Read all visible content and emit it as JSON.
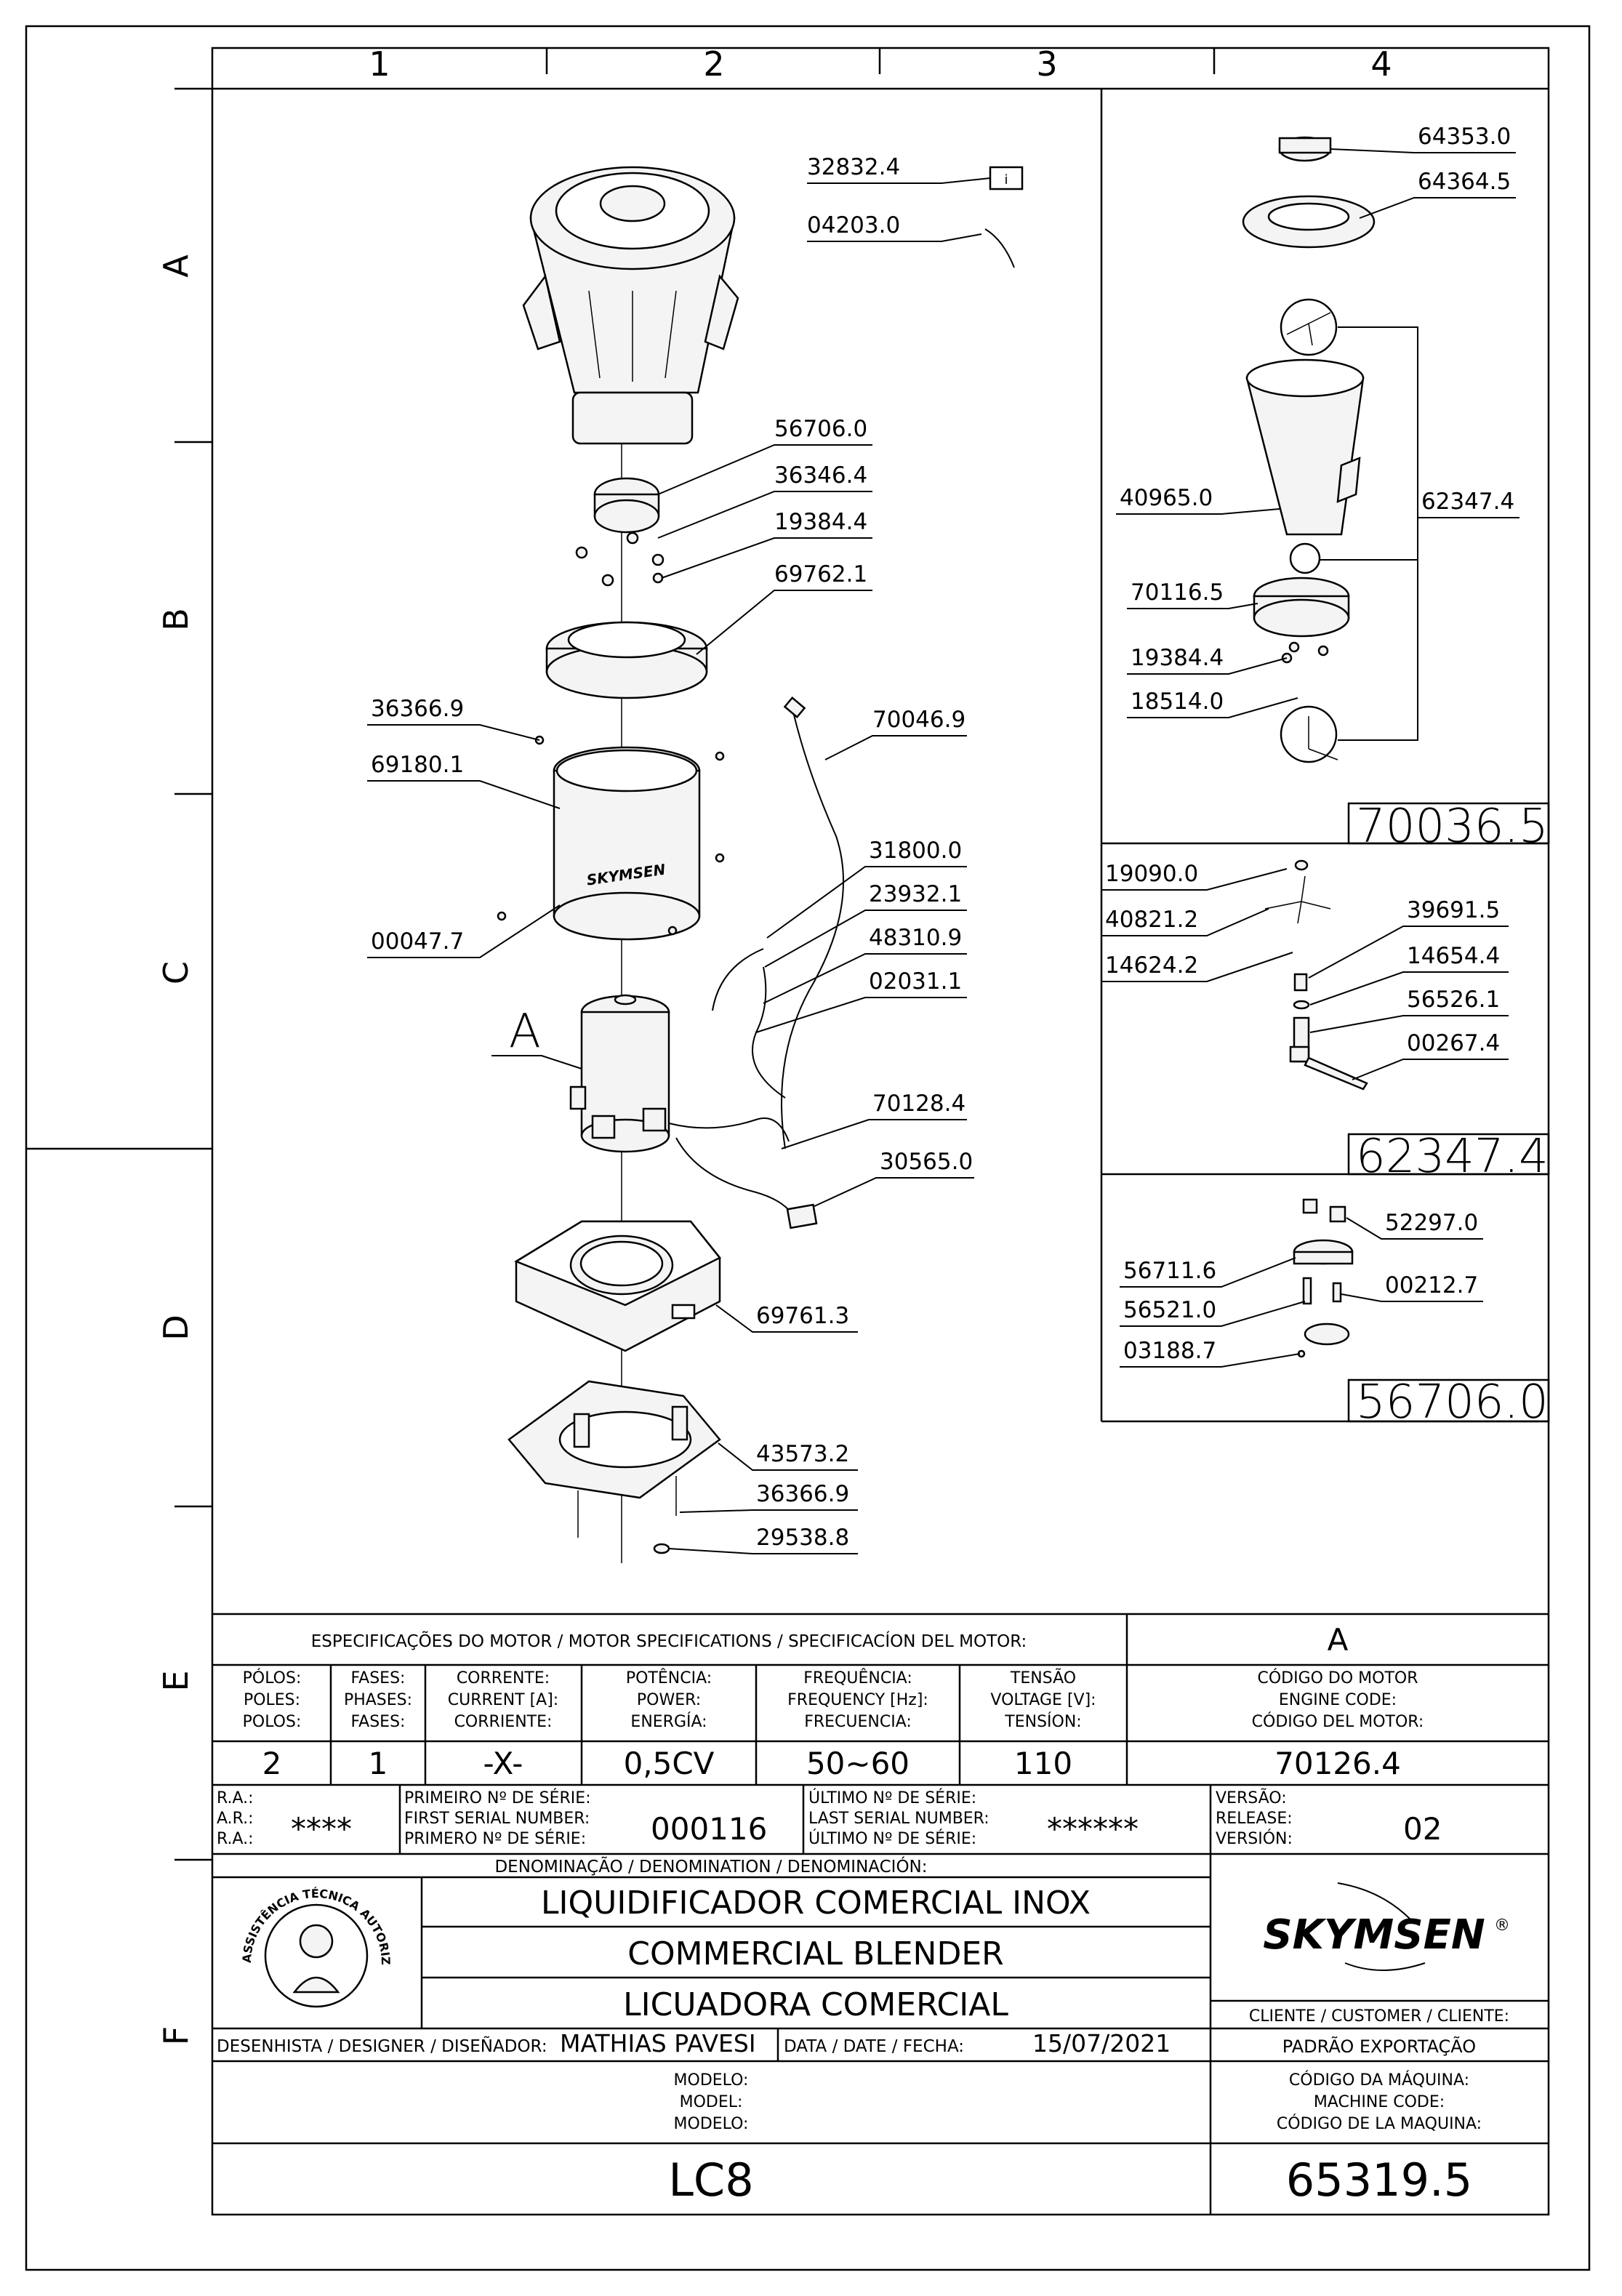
{
  "grid": {
    "columns": [
      "1",
      "2",
      "3",
      "4"
    ],
    "rows": [
      "A",
      "B",
      "C",
      "D",
      "E",
      "F"
    ]
  },
  "parts_main": {
    "p32832": "32832.4",
    "p04203": "04203.0",
    "p56706": "56706.0",
    "p36346": "36346.4",
    "p19384": "19384.4",
    "p69762": "69762.1",
    "p36366a": "36366.9",
    "p69180": "69180.1",
    "p70046": "70046.9",
    "p31800": "31800.0",
    "p23932": "23932.1",
    "p48310": "48310.9",
    "p02031": "02031.1",
    "p00047": "00047.7",
    "motor_label": "A",
    "p70128": "70128.4",
    "p30565": "30565.0",
    "p69761": "69761.3",
    "p43573": "43573.2",
    "p36366b": "36366.9",
    "p29538": "29538.8",
    "brand_on_housing": "SKYMSEN"
  },
  "detail_cup": {
    "p64353": "64353.0",
    "p64364": "64364.5",
    "p40965": "40965.0",
    "p62347": "62347.4",
    "p70116": "70116.5",
    "p19384": "19384.4",
    "p18514": "18514.0",
    "assembly": "70036.5"
  },
  "detail_blade": {
    "p19090": "19090.0",
    "p40821": "40821.2",
    "p14624": "14624.2",
    "p39691": "39691.5",
    "p14654": "14654.4",
    "p56526": "56526.1",
    "p00267": "00267.4",
    "assembly": "62347.4"
  },
  "detail_coupling": {
    "p52297": "52297.0",
    "p56711": "56711.6",
    "p00212": "00212.7",
    "p56521": "56521.0",
    "p03188": "03188.7",
    "assembly": "56706.0"
  },
  "motor_spec": {
    "heading": "ESPECIFICAÇÕES DO MOTOR / MOTOR SPECIFICATIONS / SPECIFICACÍON DEL MOTOR:",
    "ref": "A",
    "poles_h": [
      "PÓLOS:",
      "POLES:",
      "POLOS:"
    ],
    "phases_h": [
      "FASES:",
      "PHASES:",
      "FASES:"
    ],
    "current_h": [
      "CORRENTE:",
      "CURRENT [A]:",
      "CORRIENTE:"
    ],
    "power_h": [
      "POTÊNCIA:",
      "POWER:",
      "ENERGÍA:"
    ],
    "freq_h": [
      "FREQUÊNCIA:",
      "FREQUENCY [Hz]:",
      "FRECUENCIA:"
    ],
    "volt_h": [
      "TENSÃO",
      "VOLTAGE [V]:",
      "TENSÍON:"
    ],
    "code_h": [
      "CÓDIGO DO MOTOR",
      "ENGINE CODE:",
      "CÓDIGO DEL MOTOR:"
    ],
    "poles": "2",
    "phases": "1",
    "current": "-X-",
    "power": "0,5CV",
    "freq": "50~60",
    "volt": "110",
    "code": "70126.4"
  },
  "serial": {
    "ra_labels": [
      "R.A.:",
      "A.R.:",
      "R.A.:"
    ],
    "ra_value": "****",
    "first_labels": [
      "PRIMEIRO Nº DE SÉRIE:",
      "FIRST SERIAL NUMBER:",
      "PRIMERO Nº DE SÉRIE:"
    ],
    "first_value": "000116",
    "last_labels": [
      "ÚLTIMO Nº DE SÉRIE:",
      "LAST SERIAL NUMBER:",
      "ÚLTIMO Nº DE SÉRIE:"
    ],
    "last_value": "******",
    "version_labels": [
      "VERSÃO:",
      "RELEASE:",
      "VERSIÓN:"
    ],
    "version_value": "02"
  },
  "title_block": {
    "denomination_h": "DENOMINAÇÃO / DENOMINATION / DENOMINACIÓN:",
    "name_pt": "LIQUIDIFICADOR COMERCIAL INOX",
    "name_en": "COMMERCIAL BLENDER",
    "name_es": "LICUADORA COMERCIAL",
    "seal_text": "ASSISTÊNCIA TÉCNICA AUTORIZADA",
    "brand": "SKYMSEN",
    "brand_mark": "®",
    "client_h": "CLIENTE / CUSTOMER / CLIENTE:",
    "client": "PADRÃO EXPORTAÇÃO",
    "designer_h": "DESENHISTA / DESIGNER / DISEÑADOR:",
    "designer": "MATHIAS PAVESI",
    "date_h": "DATA / DATE / FECHA:",
    "date": "15/07/2021",
    "model_h": [
      "MODELO:",
      "MODEL:",
      "MODELO:"
    ],
    "model": "LC8",
    "machine_code_h": [
      "CÓDIGO DA MÁQUINA:",
      "MACHINE CODE:",
      "CÓDIGO DE LA MAQUINA:"
    ],
    "machine_code": "65319.5"
  }
}
